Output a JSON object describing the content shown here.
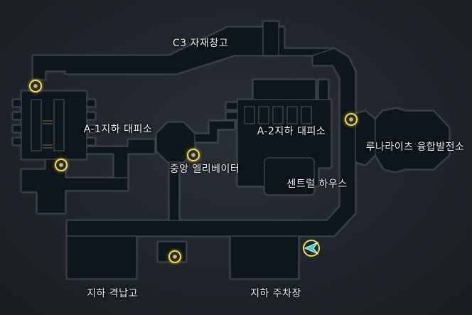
{
  "map": {
    "labels": {
      "c3_warehouse": "C3 자재창고",
      "a1_shelter": "A-1지하 대피소",
      "a2_shelter": "A-2지하 대피소",
      "central_elevator": "중앙 엘리베이터",
      "lunalite_plant": "루나라이츠 융합발전소",
      "central_house": "센트럴 하우스",
      "underground_hangar": "지하 격납고",
      "underground_parking": "지하 주차장"
    },
    "markers": [
      {
        "name": "waypoint-a1-north"
      },
      {
        "name": "waypoint-a1-south"
      },
      {
        "name": "waypoint-central-elevator"
      },
      {
        "name": "waypoint-lunalite-entrance"
      },
      {
        "name": "waypoint-hangar"
      }
    ],
    "player_icon": "player-position-arrow-icon",
    "colors": {
      "floor": "#11161c",
      "wall": "#3b4048",
      "marker_ring": "#f2e23a",
      "player": "#37d6c8"
    }
  }
}
